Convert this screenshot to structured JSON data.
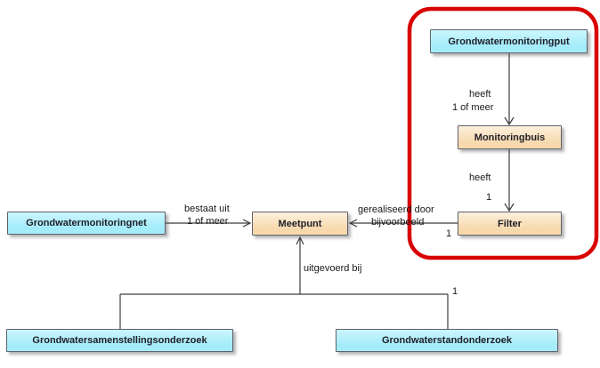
{
  "diagram": {
    "type": "entity-relationship-diagram",
    "colors": {
      "entity_cyan_fill": "#a8eefb",
      "entity_tan_fill": "#fbe2bd",
      "entity_border": "#60606a",
      "connector": "#3c3c3c",
      "highlight_outline": "#d80000",
      "background": "#ffffff"
    },
    "nodes": [
      {
        "id": "grondwatermonitoringput",
        "label": "Grondwatermonitoringput",
        "style": "cyan",
        "highlighted": true
      },
      {
        "id": "monitoringbuis",
        "label": "Monitoringbuis",
        "style": "tan",
        "highlighted": true
      },
      {
        "id": "filter",
        "label": "Filter",
        "style": "tan",
        "highlighted": true
      },
      {
        "id": "grondwatermonitoringnet",
        "label": "Grondwatermonitoringnet",
        "style": "cyan",
        "highlighted": false
      },
      {
        "id": "meetpunt",
        "label": "Meetpunt",
        "style": "tan",
        "highlighted": false
      },
      {
        "id": "grondwatersamenstellingsonderzoek",
        "label": "Grondwatersamenstellingsonderzoek",
        "style": "cyan",
        "highlighted": false
      },
      {
        "id": "grondwaterstandonderzoek",
        "label": "Grondwaterstandonderzoek",
        "style": "cyan",
        "highlighted": false
      }
    ],
    "edges": [
      {
        "from": "Grondwatermonitoringput",
        "to": "Monitoringbuis",
        "role": "heeft",
        "multiplicity": "1 of meer"
      },
      {
        "from": "Monitoringbuis",
        "to": "Filter",
        "role": "heeft",
        "multiplicity": "1"
      },
      {
        "from": "Grondwatermonitoringnet",
        "to": "Meetpunt",
        "role": "bestaat uit",
        "multiplicity": "1 of meer"
      },
      {
        "from": "Filter",
        "to": "Meetpunt",
        "role": "gerealiseerd door",
        "note": "bijvoorbeeld",
        "multiplicity": "1"
      },
      {
        "from": "Grondwatersamenstellingsonderzoek / Grondwaterstandonderzoek",
        "to": "Meetpunt",
        "role": "uitgevoerd bij",
        "multiplicity": "1"
      }
    ]
  }
}
